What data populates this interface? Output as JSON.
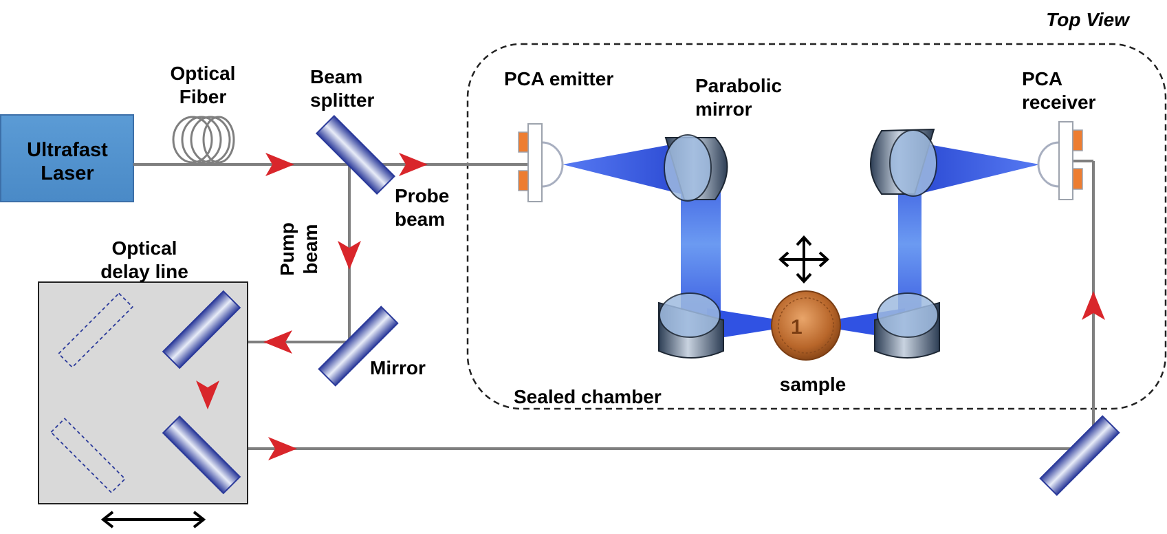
{
  "view_title": "Top View",
  "labels": {
    "optical_fiber": [
      "Optical",
      "Fiber"
    ],
    "beam_splitter": [
      "Beam",
      "splitter"
    ],
    "probe_beam": [
      "Probe",
      "beam"
    ],
    "pump_beam": [
      "Pump",
      "beam"
    ],
    "optical_delay_line": [
      "Optical",
      "delay line"
    ],
    "mirror": "Mirror",
    "pca_emitter": "PCA emitter",
    "parabolic_mirror": [
      "Parabolic",
      "mirror"
    ],
    "pca_receiver": [
      "PCA",
      "receiver"
    ],
    "sealed_chamber": "Sealed chamber",
    "sample": "sample",
    "laser": [
      "Ultrafast",
      "Laser"
    ]
  },
  "colors": {
    "laser_box": "#5b9bd5",
    "beam_line": "#7f7f7f",
    "arrow": "#d9262b",
    "mirror_dark": "#2e3c9c",
    "thz_beam": "#1a3fe0",
    "pca_pad": "#ed7d31",
    "delay_stage": "#d9d9d9",
    "coin": "#b5651d"
  },
  "icons": {
    "move_arrows": "four-way-arrow-icon",
    "stage_arrows": "double-headed-arrow-icon"
  }
}
